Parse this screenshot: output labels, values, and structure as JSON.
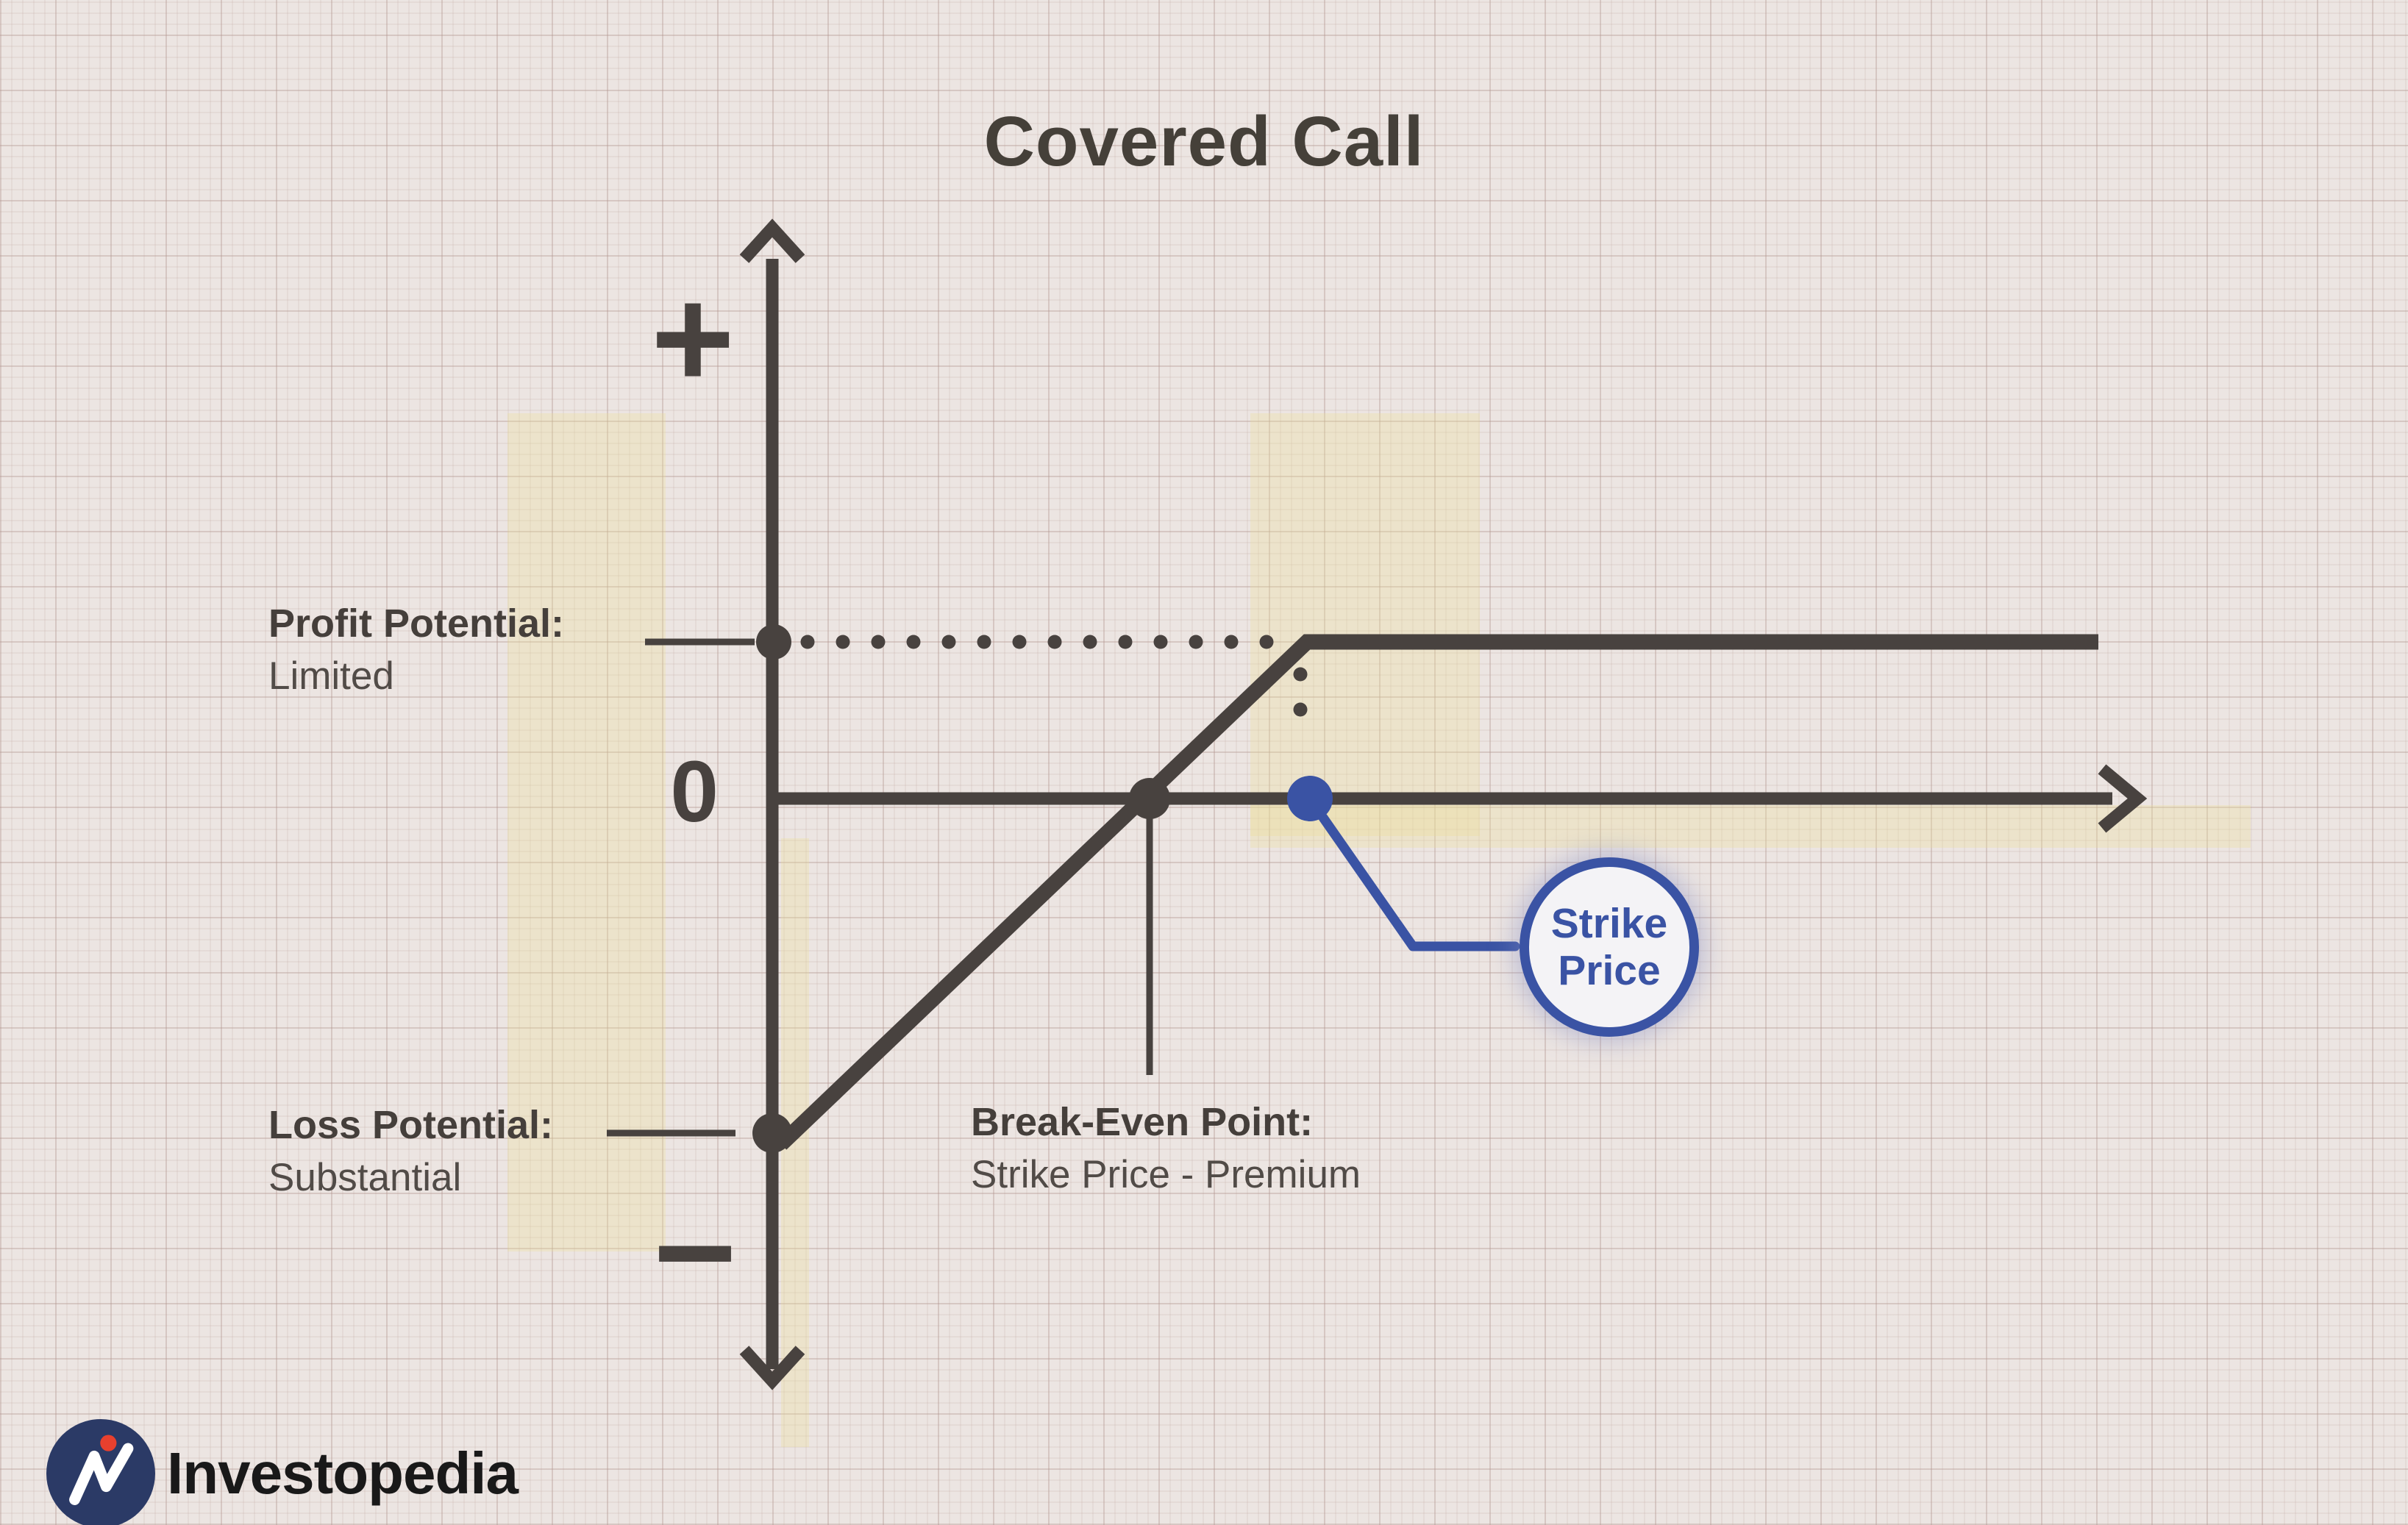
{
  "title": "Covered Call",
  "axes": {
    "plus": "+",
    "zero": "0",
    "minus": "−"
  },
  "labels": {
    "profit": {
      "heading": "Profit Potential:",
      "value": "Limited"
    },
    "loss": {
      "heading": "Loss Potential:",
      "value": "Substantial"
    },
    "breakeven": {
      "heading": "Break-Even Point:",
      "value": "Strike Price - Premium"
    },
    "strike": {
      "line1": "Strike",
      "line2": "Price"
    }
  },
  "logo": {
    "text": "Investopedia"
  },
  "colors": {
    "paper": "#ECE5E2",
    "ink": "#48423F",
    "accent_blue": "#3A53A4",
    "badge_fill": "#F4F3F6",
    "logo_navy": "#2B3A66",
    "logo_red": "#E8402E"
  },
  "chart_data": {
    "type": "line",
    "title": "Covered Call",
    "subtitle": "Option strategy payoff diagram: profit/loss vs. underlying price at expiration",
    "xlabel": "",
    "ylabel": "",
    "x_axis": {
      "ticks": [],
      "arrow": "right",
      "scale": "unlabeled conceptual units (1 unit ≈ 100 px)",
      "range": [
        0,
        18.2
      ]
    },
    "y_axis": {
      "top_label": "+",
      "zero_label": "0",
      "bottom_label": "−",
      "arrows": "up and down",
      "range": [
        -7.9,
        7.3
      ]
    },
    "grid": "fine graph-paper background grid only, no plot gridlines",
    "legend": "none",
    "series": [
      {
        "name": "Covered call payoff",
        "color": "#48423F",
        "points": [
          [
            0.1,
            -4.7
          ],
          [
            5.1,
            0.0
          ],
          [
            7.3,
            2.1
          ],
          [
            18.0,
            2.1
          ]
        ],
        "shape": "rises at ~45° from below zero through break-even, kinks flat at the strike price (profit capped)"
      }
    ],
    "key_points": [
      {
        "label": "Profit Potential: Limited",
        "y": 2.1,
        "marker": "dot on vertical axis; dotted horizontal leader to the kink"
      },
      {
        "label": "Loss Potential: Substantial",
        "y": -4.7,
        "marker": "dot on vertical axis at payoff line start"
      },
      {
        "label": "Break-Even Point: Strike Price - Premium",
        "x": 5.1,
        "marker": "dot on horizontal axis with vertical leader to caption"
      },
      {
        "label": "Strike Price",
        "x": 7.3,
        "marker": "blue dot on horizontal axis; dotted vertical leader from kink; blue callout to circled label"
      }
    ]
  }
}
